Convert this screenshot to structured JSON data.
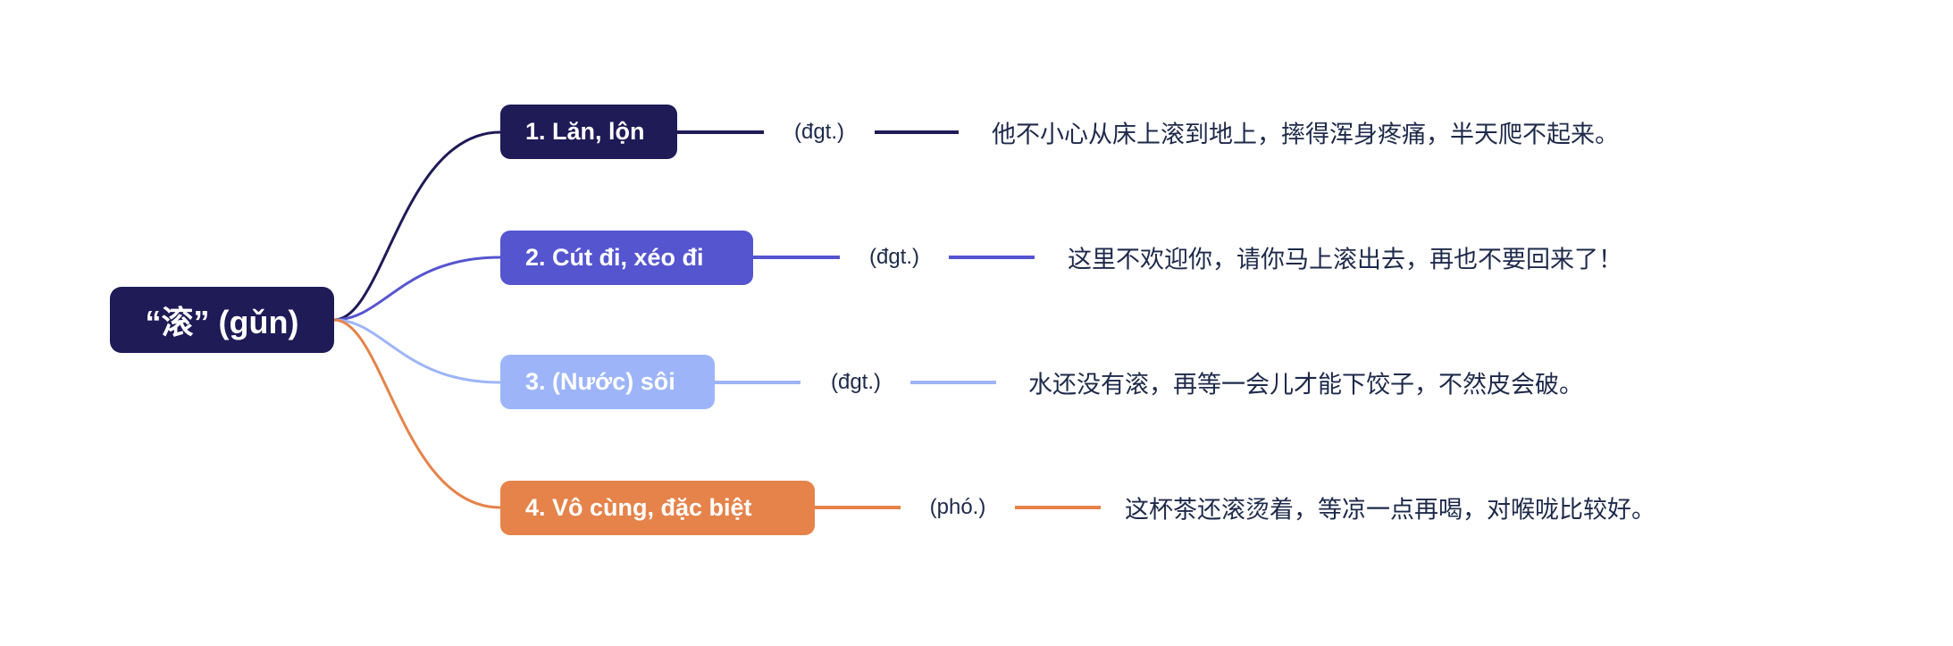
{
  "root": {
    "label": "“滚” (gǔn)",
    "color": "#1e1b57"
  },
  "branches": [
    {
      "label": "1. Lăn, lộn",
      "pos": "(đgt.)",
      "example": "他不小心从床上滚到地上，摔得浑身疼痛，半天爬不起来。",
      "color": "#1e1b57"
    },
    {
      "label": "2. Cút đi, xéo đi",
      "pos": "(đgt.)",
      "example": "这里不欢迎你，请你马上滚出去，再也不要回来了！",
      "color": "#5555d0"
    },
    {
      "label": "3. (Nước) sôi",
      "pos": "(đgt.)",
      "example": "水还没有滚，再等一会儿才能下饺子，不然皮会破。",
      "color": "#9db5f8"
    },
    {
      "label": "4. Vô cùng, đặc biệt",
      "pos": "(phó.)",
      "example": "这杯茶还滚烫着，等凉一点再喝，对喉咙比较好。",
      "color": "#e5834a"
    }
  ]
}
